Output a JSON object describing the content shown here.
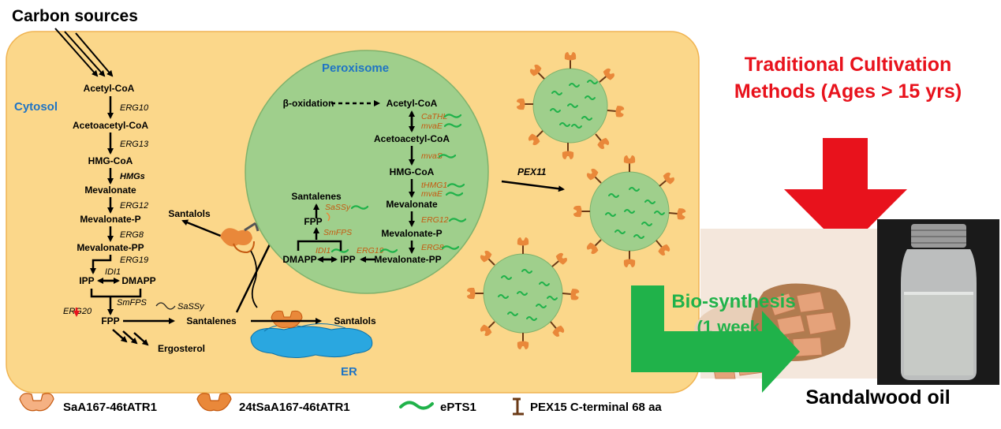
{
  "colors": {
    "cytosol_fill": "#fbd78a",
    "peroxisome_fill": "#9fcf8c",
    "peroxisome_edge": "#7fb26c",
    "er_fill": "#2aa7e0",
    "title_red": "#e8121c",
    "biosynth_green": "#20b24a",
    "label_blue": "#1f74c4",
    "gene_orange": "#c55a11",
    "protein_orange": "#e9883a",
    "protein_light": "#f5b183"
  },
  "header": {
    "carbon_sources": "Carbon sources"
  },
  "compartments": {
    "cytosol": "Cytosol",
    "peroxisome": "Peroxisome",
    "er": "ER"
  },
  "cytosol_path": {
    "acetyl_coa": "Acetyl-CoA",
    "acetoacetyl_coa": "Acetoacetyl-CoA",
    "hmg_coa": "HMG-CoA",
    "mevalonate": "Mevalonate",
    "mevalonate_p": "Mevalonate-P",
    "mevalonate_pp": "Mevalonate-PP",
    "ipp": "IPP",
    "dmapp": "DMAPP",
    "fpp": "FPP",
    "santalenes": "Santalenes",
    "santalols": "Santalols",
    "santalols_left": "Santalols",
    "ergosterol": "Ergosterol"
  },
  "cytosol_genes": {
    "erg10": "ERG10",
    "erg13": "ERG13",
    "hmgs": "HMGs",
    "erg12": "ERG12",
    "erg8": "ERG8",
    "erg19": "ERG19",
    "idi1": "IDI1",
    "erg20": "ERG20",
    "smfps": "SmFPS",
    "sassy": "SaSSy"
  },
  "peroxisome_path": {
    "beta_oxidation": "β-oxidation",
    "acetyl_coa": "Acetyl-CoA",
    "acetoacetyl_coa": "Acetoacetyl-CoA",
    "hmg_coa": "HMG-CoA",
    "mevalonate": "Mevalonate",
    "mevalonate_p": "Mevalonate-P",
    "mevalonate_pp": "Mevalonate-PP",
    "ipp": "IPP",
    "dmapp": "DMAPP",
    "fpp": "FPP",
    "santalenes": "Santalenes"
  },
  "peroxisome_genes": {
    "cathl": "CaTHL",
    "mvae1": "mvaE",
    "mvas": "mvaS",
    "thmg1": "tHMG1",
    "mvae2": "mvaE",
    "erg12": "ERG12",
    "erg8": "ERG8",
    "erg19": "ERG19",
    "idi1": "IDI1",
    "sassy": "SaSSy",
    "smfps": "SmFPS"
  },
  "pex11": "PEX11",
  "traditional": {
    "line1": "Traditional Cultivation",
    "line2": "Methods (Ages > 15 yrs)"
  },
  "biosynthesis": {
    "line1": "Bio-synthesis",
    "line2": "(1 week )"
  },
  "product": "Sandalwood oil",
  "legend": [
    {
      "icon": "light-protein-icon",
      "label": "SaA167-46tATR1"
    },
    {
      "icon": "dark-protein-icon",
      "label": "24tSaA167-46tATR1"
    },
    {
      "icon": "green-squiggle-icon",
      "label": "ePTS1"
    },
    {
      "icon": "anchor-icon",
      "label": "PEX15 C-terminal 68 aa"
    }
  ]
}
